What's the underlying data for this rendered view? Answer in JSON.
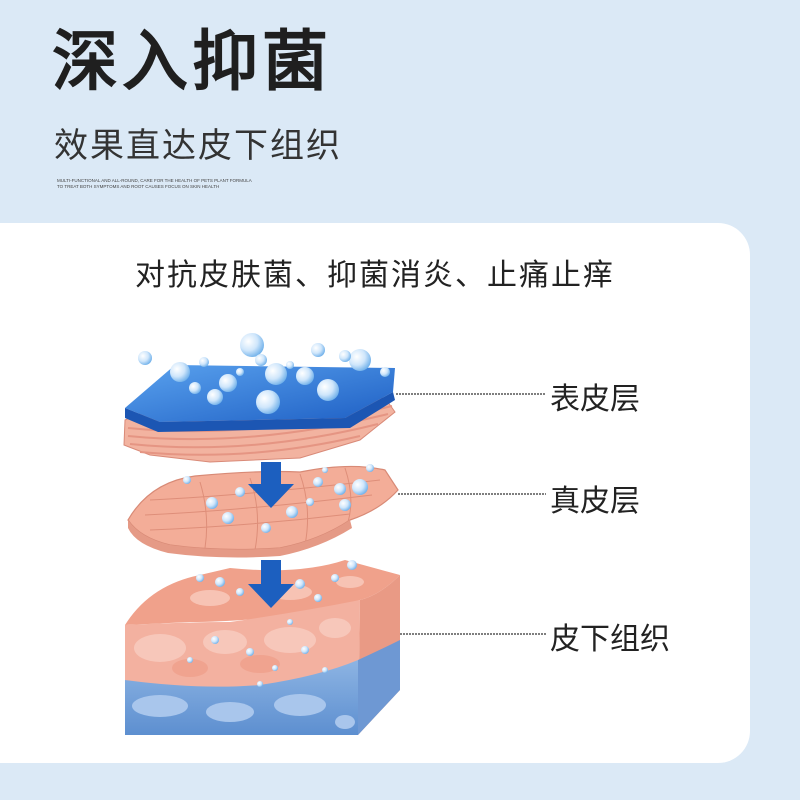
{
  "header": {
    "title": "深入抑菌",
    "subtitle": "效果直达皮下组织",
    "fine_print": "MULTI-FUNCTIONAL AND ALL-ROUND, CARE FOR THE HEALTH OF PETS PLANT FORMULA TO TREAT BOTH SYMPTOMS AND ROOT CAUSES FOCUS ON SKIN HEALTH"
  },
  "card": {
    "benefits": "对抗皮肤菌、抑菌消炎、止痛止痒"
  },
  "layers": {
    "epidermis": "表皮层",
    "dermis": "真皮层",
    "subcutaneous": "皮下组织"
  },
  "colors": {
    "background": "#dbe9f6",
    "card": "#ffffff",
    "blue_layer": "#2f78d6",
    "skin_pink": "#f1a894",
    "fat_blue": "#7aa7dc",
    "arrow": "#1c5fbf"
  },
  "icons": [
    "down-arrow-icon",
    "bubble-icon"
  ]
}
